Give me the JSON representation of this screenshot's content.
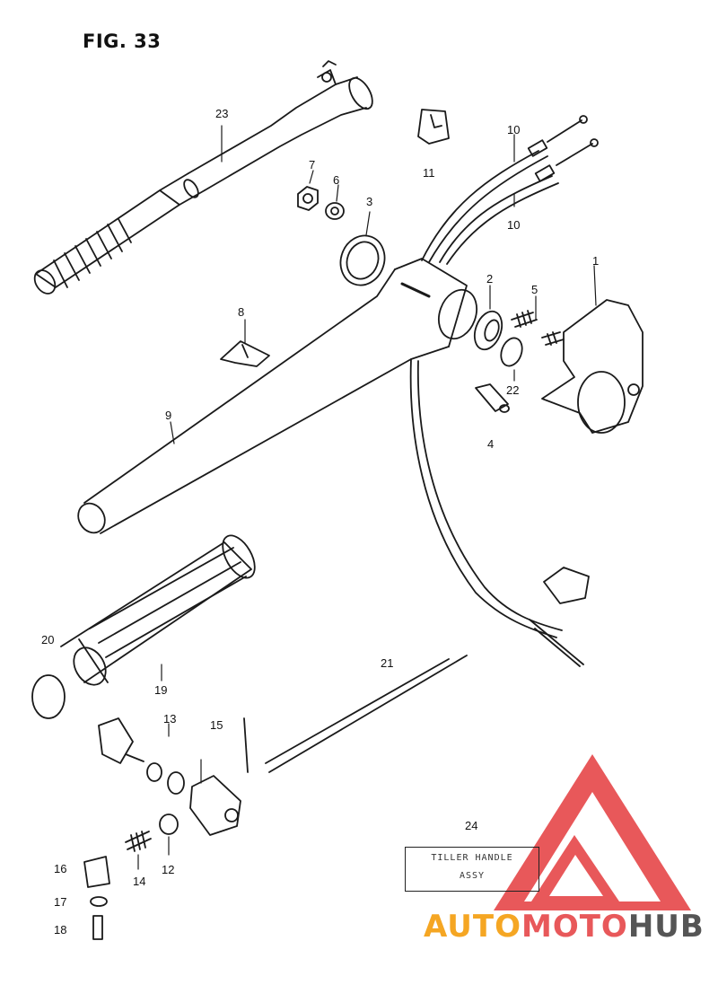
{
  "figure": {
    "title": "FIG. 33"
  },
  "callouts": {
    "c1": "1",
    "c2": "2",
    "c3": "3",
    "c4": "4",
    "c5": "5",
    "c6": "6",
    "c7": "7",
    "c8": "8",
    "c9": "9",
    "c10a": "10",
    "c10b": "10",
    "c11": "11",
    "c12": "12",
    "c13": "13",
    "c14": "14",
    "c15": "15",
    "c16": "16",
    "c17": "17",
    "c18": "18",
    "c19": "19",
    "c20": "20",
    "c21": "21",
    "c22": "22",
    "c23": "23",
    "c24": "24"
  },
  "label_plate": {
    "line1": "TILLER HANDLE",
    "line2": "ASSY"
  },
  "watermark": {
    "text_part1": "AUTO",
    "text_part2": "MOTO",
    "text_part3": "HUB",
    "color_orange": "#f5a623",
    "color_red": "#e8585a",
    "color_dark": "#555555"
  }
}
